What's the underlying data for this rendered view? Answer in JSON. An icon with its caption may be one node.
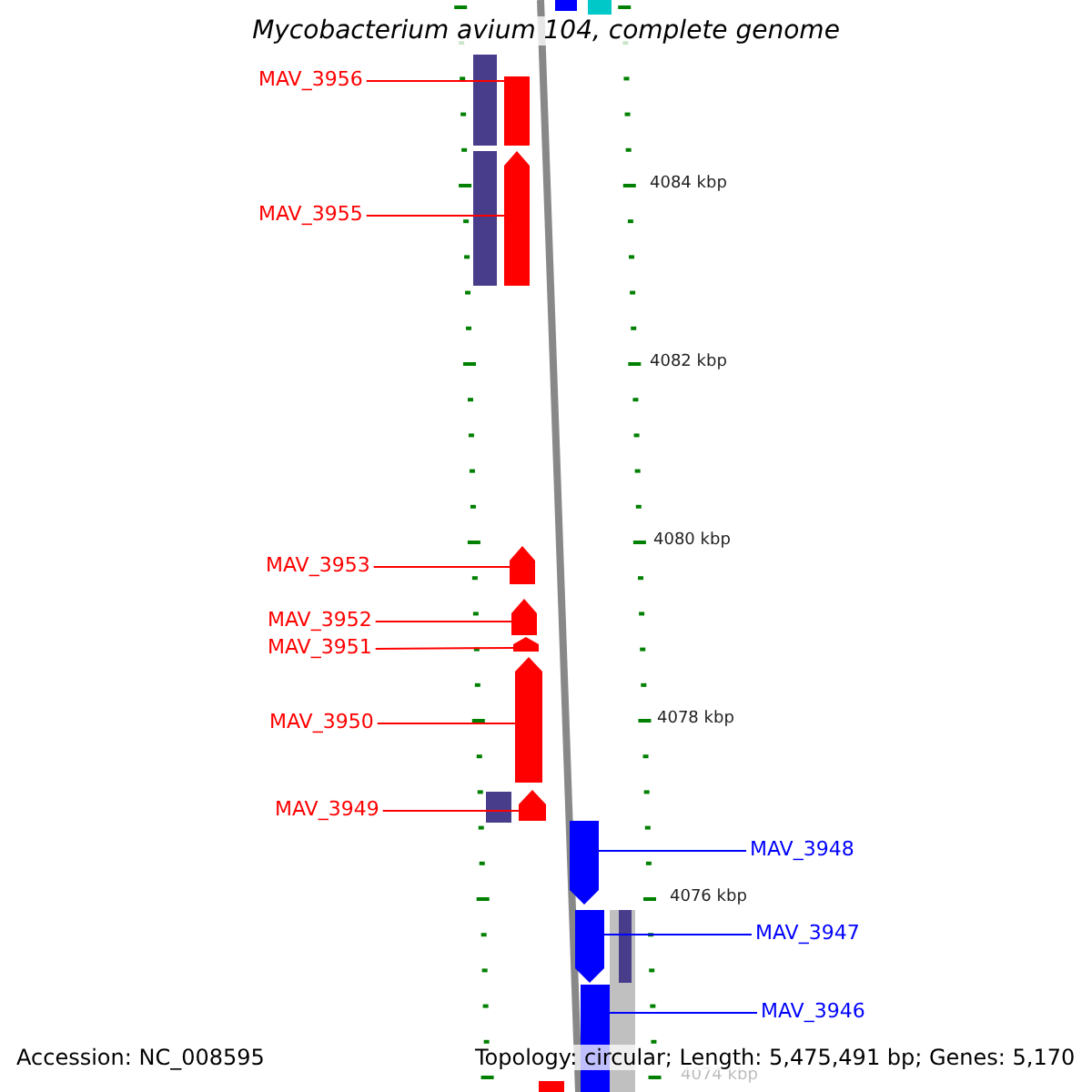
{
  "diagram": {
    "title": "Mycobacterium avium 104, complete genome",
    "nodes": [
      {
        "text": [
          "MAV_3956"
        ]
      },
      {
        "text": [],
        "shape": "bar"
      },
      {
        "text": [
          "MAV_3955"
        ]
      },
      {
        "text": [],
        "shape": "arrow"
      },
      {
        "text": [
          "MAV_3953"
        ]
      },
      {
        "text": [],
        "shape": "arrow"
      },
      {
        "text": [
          "MAV_3952"
        ]
      },
      {
        "text": [],
        "shape": "arrow"
      },
      {
        "text": [
          "MAV_3951"
        ]
      },
      {
        "text": [],
        "shape": "arrow"
      },
      {
        "text": [
          "MAV_3950"
        ]
      },
      {
        "text": [],
        "shape": "arrow"
      },
      {
        "text": [
          "MAV_3949"
        ]
      },
      {
        "text": [],
        "shape": "arrow"
      },
      {
        "text": [
          "MAV_3948"
        ]
      },
      {
        "text": [],
        "shape": "arrow"
      },
      {
        "text": [
          "MAV_3947"
        ]
      },
      {
        "text": [],
        "shape": "arrow"
      },
      {
        "text": [
          "MAV_3946"
        ]
      },
      {
        "text": [],
        "shape": "bar"
      }
    ],
    "edges": [
      {
        "from": 0,
        "to": 1,
        "arrow": "none"
      },
      {
        "from": 2,
        "to": 3,
        "arrow": "none"
      },
      {
        "from": 4,
        "to": 5,
        "arrow": "none"
      },
      {
        "from": 6,
        "to": 7,
        "arrow": "none"
      },
      {
        "from": 8,
        "to": 9,
        "arrow": "none"
      },
      {
        "from": 10,
        "to": 11,
        "arrow": "none"
      },
      {
        "from": 12,
        "to": 13,
        "arrow": "none"
      },
      {
        "from": 14,
        "to": 15,
        "arrow": "none",
        "color": "#0000ff"
      },
      {
        "from": 16,
        "to": 17,
        "arrow": "none",
        "color": "#0000ff"
      },
      {
        "from": 18,
        "to": 19,
        "arrow": "none",
        "color": "#0000ff"
      }
    ],
    "labels": [
      "4084 kbp",
      "4082 kbp",
      "4080 kbp",
      "4078 kbp",
      "4076 kbp",
      "4074 kbp",
      "Accession: NC_008595",
      "Topology: circular; Length: 5,475,491 bp; Genes: 5,170"
    ]
  }
}
